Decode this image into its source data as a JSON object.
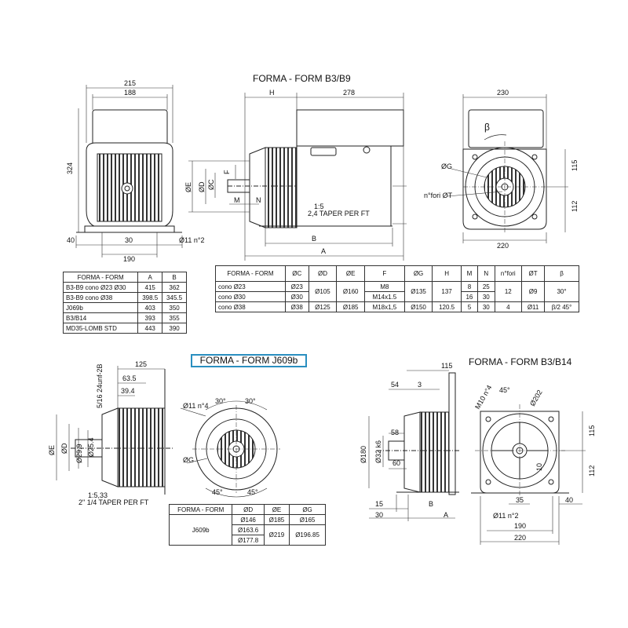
{
  "titles": {
    "b3b9": "FORMA - FORM  B3/B9",
    "j609b": "FORMA - FORM J609b",
    "b3b14": "FORMA - FORM B3/B14"
  },
  "b3b9_dims": {
    "d215": "215",
    "d188": "188",
    "d324": "324",
    "d40": "40",
    "d30": "30",
    "d190": "190",
    "hole": "Ø11 n°2",
    "H": "H",
    "d278": "278",
    "E": "ØE",
    "D": "ØD",
    "C": "ØC",
    "F": "F",
    "M": "M",
    "N": "N",
    "taper_ratio": "1:5",
    "taper": "2,4 TAPER PER FT",
    "B": "B",
    "A": "A",
    "d230": "230",
    "beta": "β",
    "G": "ØG",
    "nfori": "n°fori ØT",
    "d115": "115",
    "d112": "112",
    "d220": "220"
  },
  "table_ab": {
    "headers": [
      "FORMA - FORM",
      "A",
      "B"
    ],
    "rows": [
      [
        "B3-B9 cono Ø23 Ø30",
        "415",
        "362"
      ],
      [
        "B3-B9 cono Ø38",
        "398.5",
        "345.5"
      ],
      [
        "J069b",
        "403",
        "350"
      ],
      [
        "B3/B14",
        "393",
        "355"
      ],
      [
        "MD35-LOMB STD",
        "443",
        "390"
      ]
    ]
  },
  "table_main": {
    "headers": [
      "FORMA - FORM",
      "ØC",
      "ØD",
      "ØE",
      "F",
      "ØG",
      "H",
      "M",
      "N",
      "n°fori",
      "ØT",
      "β"
    ],
    "r1": [
      "cono Ø23",
      "Ø23",
      "Ø105",
      "Ø160",
      "M8",
      "Ø135",
      "137",
      "8",
      "25",
      "12",
      "Ø9",
      "30°"
    ],
    "r2": [
      "cono Ø30",
      "Ø30",
      "M14x1.5",
      "16",
      "30"
    ],
    "r3": [
      "cono Ø38",
      "Ø38",
      "Ø125",
      "Ø185",
      "M18x1,5",
      "Ø150",
      "120.5",
      "5",
      "30",
      "4",
      "Ø11",
      "β/2 45°"
    ]
  },
  "j609_dims": {
    "d125": "125",
    "d63_5": "63.5",
    "d39_4": "39.4",
    "thread": "5/16 24unf-2B",
    "E": "ØE",
    "D": "ØD",
    "d25_4": "Ø25.4",
    "d29_9": "Ø29.9",
    "taper_ratio": "1:5,33",
    "taper": "2\" 1/4 TAPER PER FT",
    "holes": "Ø11 n°4",
    "a30a": "30°",
    "a30b": "30°",
    "G": "ØG",
    "a45a": "45°",
    "a45b": "45°"
  },
  "table_j609": {
    "headers": [
      "FORMA - FORM",
      "ØD",
      "ØE",
      "ØG"
    ],
    "name": "J609b",
    "rows": [
      [
        "Ø146",
        "Ø185",
        "Ø165"
      ],
      [
        "Ø163.6",
        "Ø219",
        "Ø196.85"
      ],
      [
        "Ø177.8",
        "",
        ""
      ]
    ]
  },
  "b3b14_dims": {
    "d115top": "115",
    "d54": "54",
    "d3": "3",
    "d58": "58",
    "d60": "60",
    "d180": "Ø180",
    "d32": "Ø32 k6",
    "d15": "15",
    "d30": "30",
    "B": "B",
    "A": "A",
    "m10": "M10 n°4",
    "a45": "45°",
    "d202": "Ø202",
    "d10": "10",
    "d35": "35",
    "d115": "115",
    "d112": "112",
    "d40": "40",
    "hole": "Ø11 n°2",
    "d190": "190",
    "d220": "220"
  }
}
